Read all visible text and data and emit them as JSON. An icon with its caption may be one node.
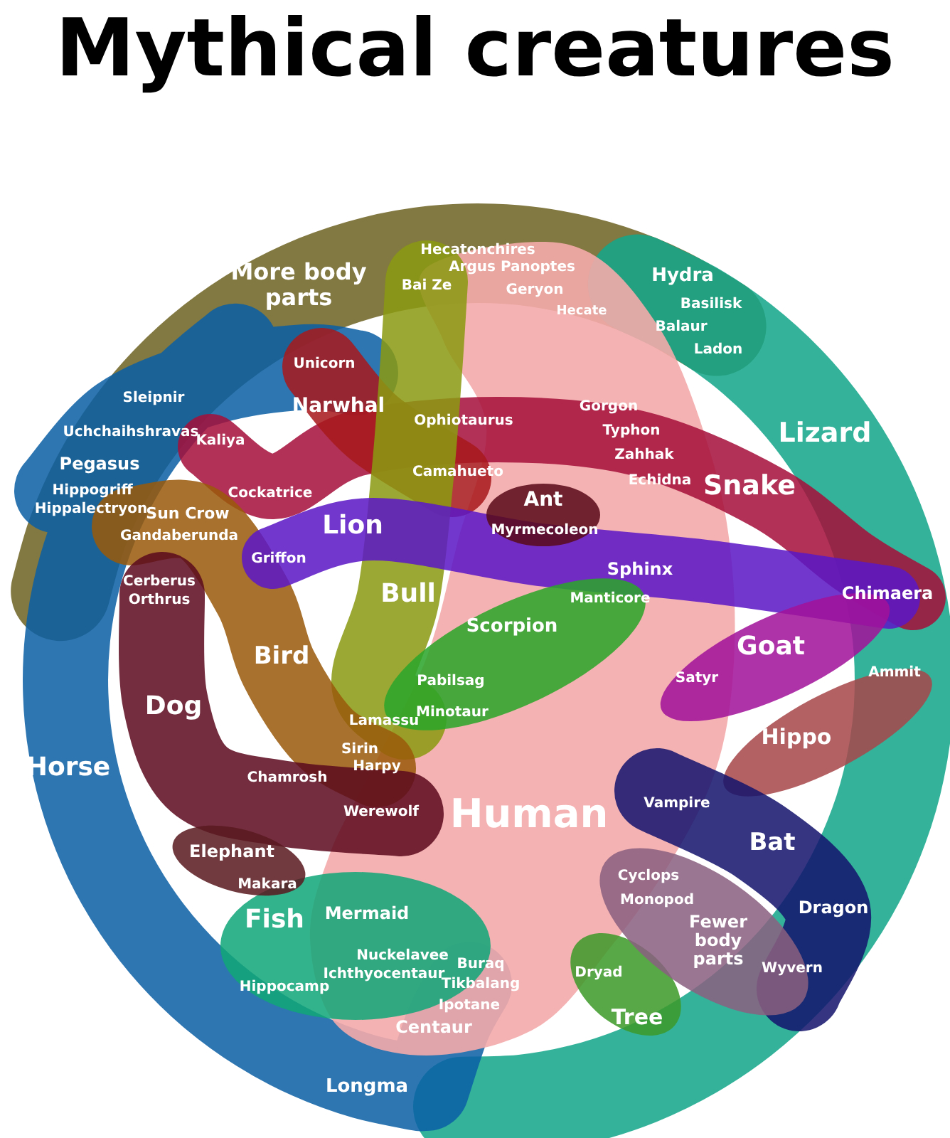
{
  "diagram": {
    "title": "Mythical creatures",
    "nodes": [
      {
        "text": [
          "More body parts"
        ]
      },
      {
        "text": [
          "Lizard"
        ]
      },
      {
        "text": [
          "Horse"
        ]
      },
      {
        "text": [
          "Snake"
        ]
      },
      {
        "text": [
          "Narwhal"
        ]
      },
      {
        "text": [
          "Bird"
        ]
      },
      {
        "text": [
          "Dog"
        ]
      },
      {
        "text": [
          "Lion"
        ]
      },
      {
        "text": [
          "Bull"
        ]
      },
      {
        "text": [
          "Ant"
        ]
      },
      {
        "text": [
          "Scorpion"
        ]
      },
      {
        "text": [
          "Goat"
        ]
      },
      {
        "text": [
          "Hippo"
        ]
      },
      {
        "text": [
          "Human"
        ]
      },
      {
        "text": [
          "Bat"
        ]
      },
      {
        "text": [
          "Fish"
        ]
      },
      {
        "text": [
          "Elephant"
        ]
      },
      {
        "text": [
          "Tree"
        ]
      },
      {
        "text": [
          "Fewer body parts"
        ]
      }
    ],
    "labels": [
      "Hecatonchires",
      "Argus Panoptes",
      "Bai Ze",
      "Geryon",
      "Hydra",
      "Hecate",
      "Basilisk",
      "Balaur",
      "Ladon",
      "Unicorn",
      "Sleipnir",
      "Gorgon",
      "Ophiotaurus",
      "Uchchaihshravas",
      "Typhon",
      "Kaliya",
      "Zahhak",
      "Pegasus",
      "Camahueto",
      "Echidna",
      "Hippogriff",
      "Cockatrice",
      "Hippalectryon",
      "Sun Crow",
      "Myrmecoleon",
      "Gandaberunda",
      "Griffon",
      "Sphinx",
      "Cerberus",
      "Chimaera",
      "Manticore",
      "Orthrus",
      "Satyr",
      "Ammit",
      "Pabilsag",
      "Minotaur",
      "Lamassu",
      "Sirin",
      "Harpy",
      "Chamrosh",
      "Vampire",
      "Werewolf",
      "Makara",
      "Cyclops",
      "Dragon",
      "Mermaid",
      "Monopod",
      "Nuckelavee",
      "Buraq",
      "Wyvern",
      "Dryad",
      "Ichthyocentaur",
      "Tikbalang",
      "Hippocamp",
      "Ipotane",
      "Centaur",
      "Longma"
    ]
  }
}
